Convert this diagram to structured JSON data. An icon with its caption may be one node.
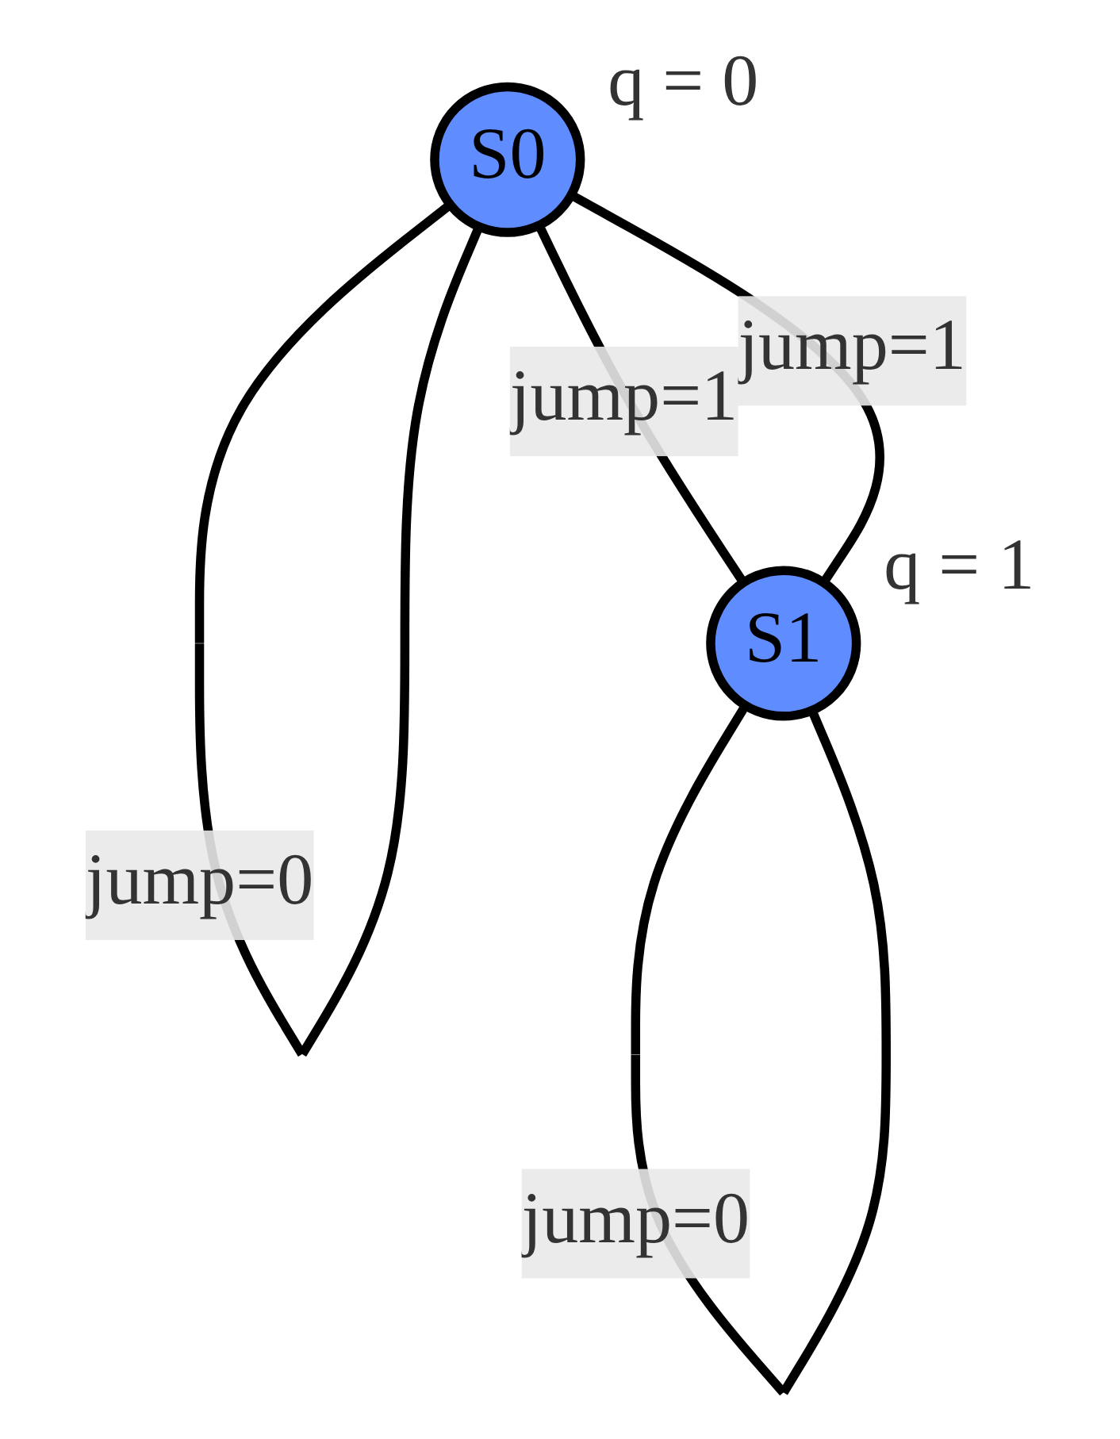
{
  "diagram": {
    "nodes": [
      {
        "text": [
          "S0"
        ],
        "beside": [
          "q = 0"
        ]
      },
      {
        "text": [
          "S1"
        ],
        "beside": [
          "q = 1"
        ]
      }
    ],
    "edges": [
      {
        "from": 0,
        "to": 0,
        "arrow": "none",
        "label": "jump=0"
      },
      {
        "from": 0,
        "to": 1,
        "arrow": "none",
        "label": "jump=1"
      },
      {
        "from": 1,
        "to": 0,
        "arrow": "none",
        "label": "jump=1"
      },
      {
        "from": 1,
        "to": 1,
        "arrow": "none",
        "label": "jump=0"
      }
    ]
  }
}
